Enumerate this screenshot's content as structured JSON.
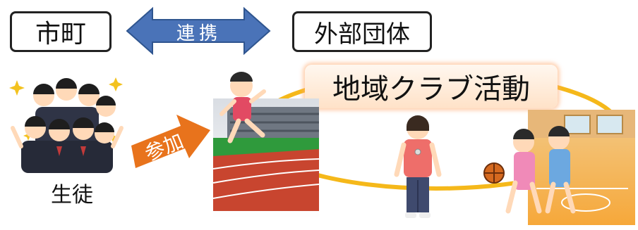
{
  "municipality_label": "市町",
  "cooperation_label": "連携",
  "external_org_label": "外部団体",
  "club_activity_label": "地域クラブ活動",
  "participation_label": "参加",
  "students_label": "生徒",
  "colors": {
    "cooperation_arrow": "#4a73b8",
    "participation_arrow": "#e8731c",
    "loop": "#f5b81a",
    "title_glow": "#ffae70"
  }
}
